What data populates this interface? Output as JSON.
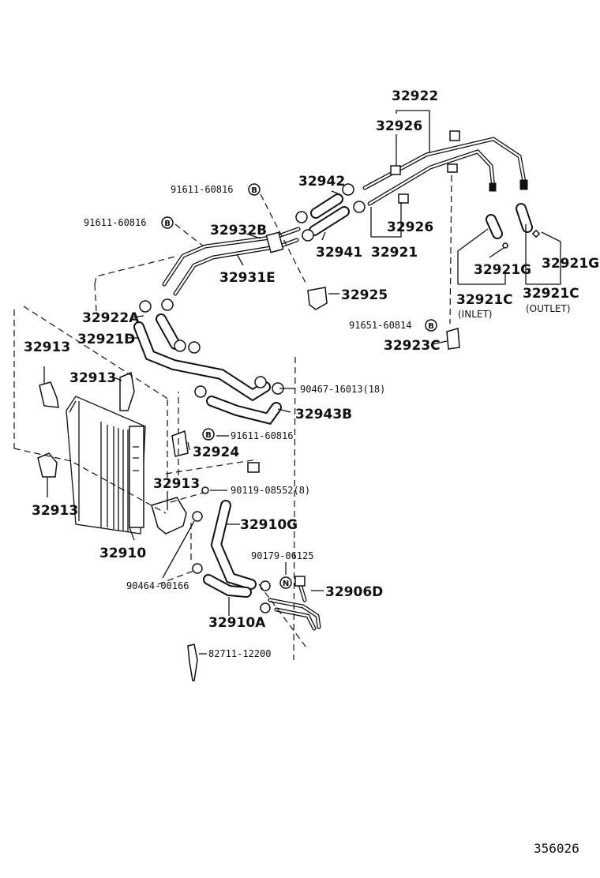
{
  "labels": {
    "p32922": "32922",
    "p32926a": "32926",
    "p32926b": "32926",
    "p32942": "32942",
    "p32941": "32941",
    "p32921": "32921",
    "p91611_60816_a": "91611-60816",
    "p91611_60816_b": "91611-60816",
    "p91611_60816_c": "91611-60816",
    "p32932B": "32932B",
    "p32931E": "32931E",
    "p32925": "32925",
    "p32921G_a": "32921G",
    "p32921G_b": "32921G",
    "p32921C_a": "32921C",
    "p32921C_b": "32921C",
    "inlet": "(INLET)",
    "outlet": "(OUTLET)",
    "p91651_60814": "91651-60814",
    "p32923C": "32923C",
    "p32922A": "32922A",
    "p32921D": "32921D",
    "p32913_a": "32913",
    "p32913_b": "32913",
    "p32913_c": "32913",
    "p32913_d": "32913",
    "p90467_16013": "90467-16013(18)",
    "p32943B": "32943B",
    "p32924": "32924",
    "p90119_08552": "90119-08552(8)",
    "p32910G": "32910G",
    "p32910": "32910",
    "p90179_06125": "90179-06125",
    "p32906D": "32906D",
    "p90464_00166": "90464-00166",
    "p32910A": "32910A",
    "p82711_12200": "82711-12200",
    "diagram_id": "356026"
  },
  "markers": {
    "b": "B",
    "n": "N"
  }
}
